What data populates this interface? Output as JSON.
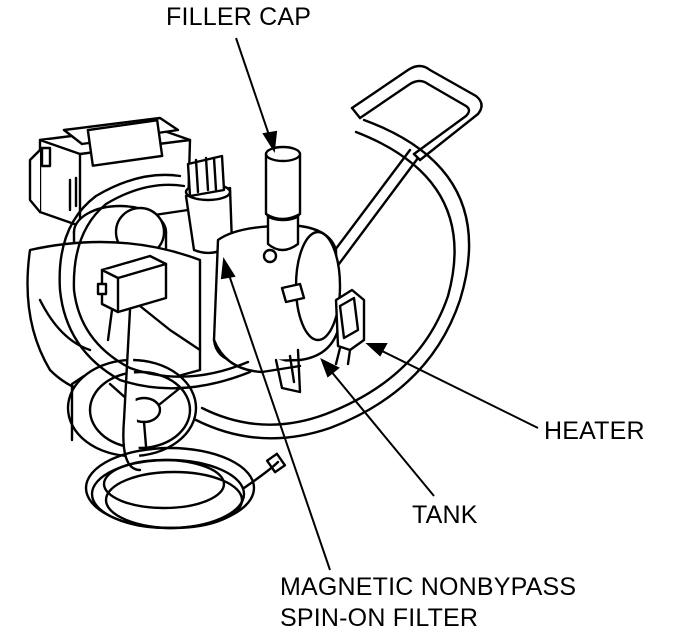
{
  "labels": {
    "filler_cap": "FILLER CAP",
    "heater": "HEATER",
    "tank": "TANK",
    "filter_line1": "MAGNETIC NONBYPASS",
    "filter_line2": "SPIN-ON FILTER"
  },
  "colors": {
    "ink": "#000000",
    "paper": "#ffffff"
  }
}
